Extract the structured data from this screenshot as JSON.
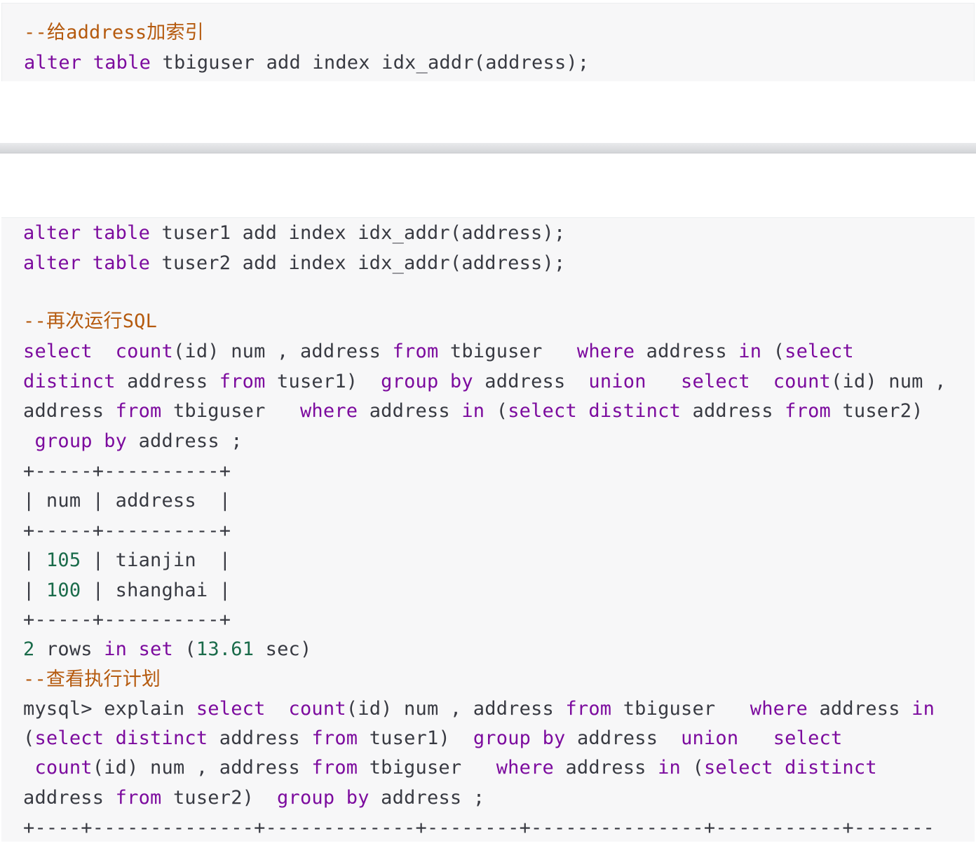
{
  "colors": {
    "keyword": "#7c0b9e",
    "comment": "#b55a0e",
    "number": "#1a6b4a",
    "text": "#383a42",
    "code_bg": "#f7f7f8"
  },
  "block1": {
    "lines": [
      [
        [
          "cm",
          "--给address加索引"
        ]
      ],
      [
        [
          "kw",
          "alter"
        ],
        [
          "pl",
          " "
        ],
        [
          "kw",
          "table"
        ],
        [
          "pl",
          " tbiguser add index idx_addr(address);"
        ]
      ]
    ]
  },
  "block2": {
    "lines": [
      [
        [
          "kw",
          "alter"
        ],
        [
          "pl",
          " "
        ],
        [
          "kw",
          "table"
        ],
        [
          "pl",
          " tuser1 add index idx_addr(address);"
        ]
      ],
      [
        [
          "kw",
          "alter"
        ],
        [
          "pl",
          " "
        ],
        [
          "kw",
          "table"
        ],
        [
          "pl",
          " tuser2 add index idx_addr(address);"
        ]
      ],
      [],
      [
        [
          "cm",
          "--再次运行SQL"
        ]
      ],
      [
        [
          "kw",
          "select"
        ],
        [
          "pl",
          "  "
        ],
        [
          "kw",
          "count"
        ],
        [
          "pl",
          "(id) num , address "
        ],
        [
          "kw",
          "from"
        ],
        [
          "pl",
          " tbiguser   "
        ],
        [
          "kw",
          "where"
        ],
        [
          "pl",
          " address "
        ],
        [
          "kw",
          "in"
        ],
        [
          "pl",
          " ("
        ],
        [
          "kw",
          "select"
        ]
      ],
      [
        [
          "kw",
          "distinct"
        ],
        [
          "pl",
          " address "
        ],
        [
          "kw",
          "from"
        ],
        [
          "pl",
          " tuser1)  "
        ],
        [
          "kw",
          "group"
        ],
        [
          "pl",
          " "
        ],
        [
          "kw",
          "by"
        ],
        [
          "pl",
          " address  "
        ],
        [
          "kw",
          "union"
        ],
        [
          "pl",
          "   "
        ],
        [
          "kw",
          "select"
        ],
        [
          "pl",
          "  "
        ],
        [
          "kw",
          "count"
        ],
        [
          "pl",
          "(id) num ,"
        ]
      ],
      [
        [
          "pl",
          "address "
        ],
        [
          "kw",
          "from"
        ],
        [
          "pl",
          " tbiguser   "
        ],
        [
          "kw",
          "where"
        ],
        [
          "pl",
          " address "
        ],
        [
          "kw",
          "in"
        ],
        [
          "pl",
          " ("
        ],
        [
          "kw",
          "select"
        ],
        [
          "pl",
          " "
        ],
        [
          "kw",
          "distinct"
        ],
        [
          "pl",
          " address "
        ],
        [
          "kw",
          "from"
        ],
        [
          "pl",
          " tuser2)"
        ]
      ],
      [
        [
          "pl",
          " "
        ],
        [
          "kw",
          "group"
        ],
        [
          "pl",
          " "
        ],
        [
          "kw",
          "by"
        ],
        [
          "pl",
          " address ;"
        ]
      ],
      [
        [
          "pl",
          "+-----+----------+"
        ]
      ],
      [
        [
          "pl",
          "| num | address  |"
        ]
      ],
      [
        [
          "pl",
          "+-----+----------+"
        ]
      ],
      [
        [
          "pl",
          "| "
        ],
        [
          "nm",
          "105"
        ],
        [
          "pl",
          " | tianjin  |"
        ]
      ],
      [
        [
          "pl",
          "| "
        ],
        [
          "nm",
          "100"
        ],
        [
          "pl",
          " | shanghai |"
        ]
      ],
      [
        [
          "pl",
          "+-----+----------+"
        ]
      ],
      [
        [
          "nm",
          "2"
        ],
        [
          "pl",
          " rows "
        ],
        [
          "kw",
          "in"
        ],
        [
          "pl",
          " "
        ],
        [
          "kw",
          "set"
        ],
        [
          "pl",
          " ("
        ],
        [
          "nm",
          "13.61"
        ],
        [
          "pl",
          " sec)"
        ]
      ],
      [
        [
          "cm",
          "--查看执行计划"
        ]
      ],
      [
        [
          "pl",
          "mysql> explain "
        ],
        [
          "kw",
          "select"
        ],
        [
          "pl",
          "  "
        ],
        [
          "kw",
          "count"
        ],
        [
          "pl",
          "(id) num , address "
        ],
        [
          "kw",
          "from"
        ],
        [
          "pl",
          " tbiguser   "
        ],
        [
          "kw",
          "where"
        ],
        [
          "pl",
          " address "
        ],
        [
          "kw",
          "in"
        ]
      ],
      [
        [
          "pl",
          "("
        ],
        [
          "kw",
          "select"
        ],
        [
          "pl",
          " "
        ],
        [
          "kw",
          "distinct"
        ],
        [
          "pl",
          " address "
        ],
        [
          "kw",
          "from"
        ],
        [
          "pl",
          " tuser1)  "
        ],
        [
          "kw",
          "group"
        ],
        [
          "pl",
          " "
        ],
        [
          "kw",
          "by"
        ],
        [
          "pl",
          " address  "
        ],
        [
          "kw",
          "union"
        ],
        [
          "pl",
          "   "
        ],
        [
          "kw",
          "select"
        ]
      ],
      [
        [
          "pl",
          " "
        ],
        [
          "kw",
          "count"
        ],
        [
          "pl",
          "(id) num , address "
        ],
        [
          "kw",
          "from"
        ],
        [
          "pl",
          " tbiguser   "
        ],
        [
          "kw",
          "where"
        ],
        [
          "pl",
          " address "
        ],
        [
          "kw",
          "in"
        ],
        [
          "pl",
          " ("
        ],
        [
          "kw",
          "select"
        ],
        [
          "pl",
          " "
        ],
        [
          "kw",
          "distinct"
        ]
      ],
      [
        [
          "pl",
          "address "
        ],
        [
          "kw",
          "from"
        ],
        [
          "pl",
          " tuser2)  "
        ],
        [
          "kw",
          "group"
        ],
        [
          "pl",
          " "
        ],
        [
          "kw",
          "by"
        ],
        [
          "pl",
          " address ;"
        ]
      ],
      [
        [
          "pl",
          "+----+--------------+-------------+--------+---------------+-----------+-------"
        ]
      ]
    ]
  }
}
